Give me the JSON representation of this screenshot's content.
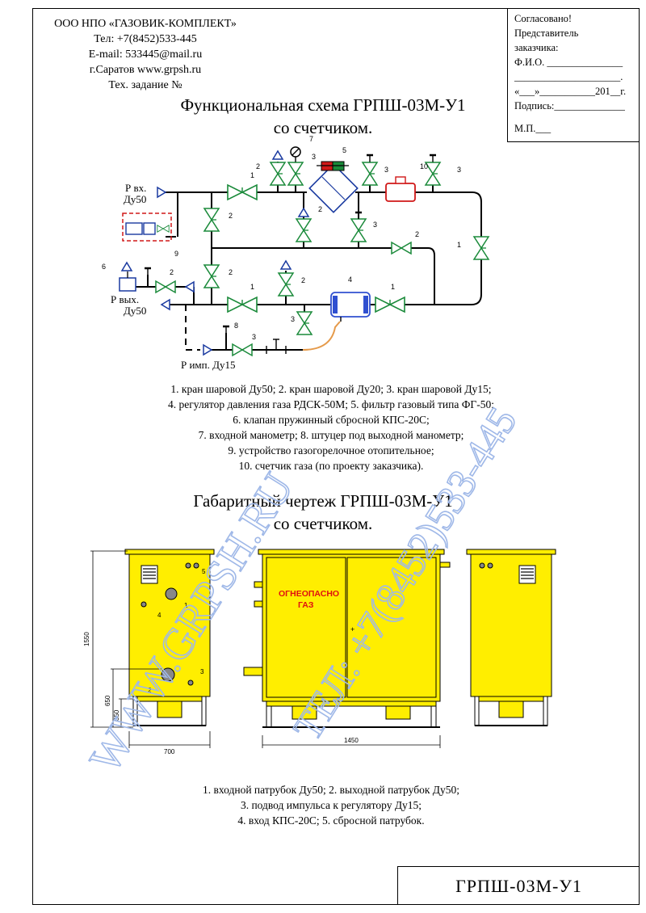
{
  "header": {
    "company": "ООО НПО «ГАЗОВИК-КОМПЛЕКТ»",
    "phone": "Тел: +7(8452)533-445",
    "email": "E-mail: 533445@mail.ru",
    "site": "г.Саратов  www.grpsh.ru",
    "task": "Тех. задание №"
  },
  "approval": {
    "agreed": "Согласовано!",
    "rep": "Представитель",
    "customer": "заказчика:",
    "fio": "Ф.И.О. _______________",
    "line": "_____________________.",
    "date": "«___»___________201__г.",
    "sign": "Подпись:______________",
    "mp": "М.П.___"
  },
  "scheme": {
    "title1": "Функциональная схема ГРПШ-03М-У1",
    "title2": "со счетчиком.",
    "p_in": "Р вх.",
    "dn_in": "Ду50",
    "p_out": "Р вых.",
    "dn_out": "Ду50",
    "p_imp": "Р имп. Ду15",
    "marks": [
      "1",
      "2",
      "3",
      "4",
      "5",
      "6",
      "7",
      "8",
      "9",
      "10"
    ]
  },
  "legend1": [
    "1. кран шаровой Ду50; 2. кран шаровой Ду20; 3. кран шаровой Ду15;",
    "4. регулятор давления газа РДСК-50М;  5. фильтр газовый типа ФГ-50;",
    "6. клапан пружинный сбросной КПС-20С;",
    "7. входной манометр; 8. штуцер под выходной манометр;",
    "9. устройство газогорелочное отопительное;",
    "10. счетчик газа (по проекту заказчика)."
  ],
  "dims": {
    "title1": "Габаритный чертеж ГРПШ-03М-У1",
    "title2": "со счетчиком.",
    "h_total": "1550",
    "h_mid": "650",
    "h_low": "350",
    "w_side": "700",
    "w_front": "1450",
    "warning1": "ОГНЕОПАСНО",
    "warning2": "ГАЗ",
    "plus": "+"
  },
  "legend2": [
    "1. входной патрубок Ду50; 2. выходной патрубок Ду50;",
    "3. подвод импульса к регулятору Ду15;",
    "4. вход КПС-20С;  5. сбросной патрубок."
  ],
  "stamp": "ГРПШ-03М-У1",
  "watermark": {
    "site": "WWW.GRPSH.RU",
    "phone": "ТЕЛ: +7(8452)533-445"
  },
  "colors": {
    "valve": "#1a8a3a",
    "cabinet": "#ffee00",
    "regulator": "#3050d0",
    "meter": "#d01818",
    "impulse": "#e59a4a",
    "watermark": "#9fb8e8"
  }
}
